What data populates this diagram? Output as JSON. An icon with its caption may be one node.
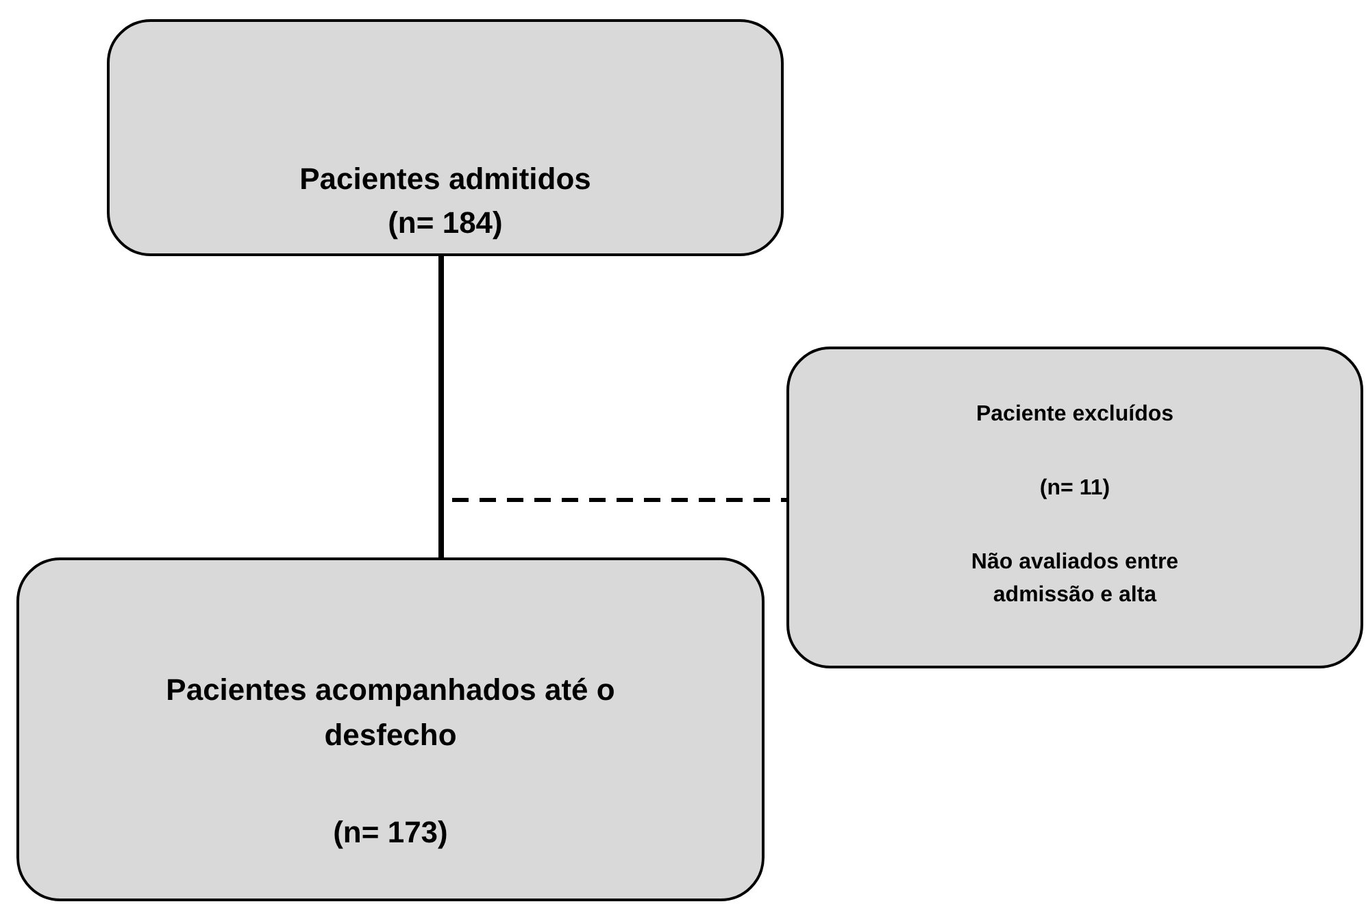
{
  "diagram": {
    "nodes": [
      {
        "text": [
          "Pacientes admitidos",
          "(n= 184)"
        ]
      },
      {
        "text": [
          "Paciente excluídos",
          "(n= 11)",
          "Não avaliados entre admissão e alta"
        ]
      },
      {
        "text": [
          "Pacientes acompanhados até o desfecho",
          "(n= 173)"
        ]
      }
    ],
    "edges": [
      {
        "from": 0,
        "to": 2,
        "arrow": "none"
      },
      {
        "from": null,
        "to": 1,
        "arrow": "none",
        "style": "dashed"
      }
    ]
  }
}
